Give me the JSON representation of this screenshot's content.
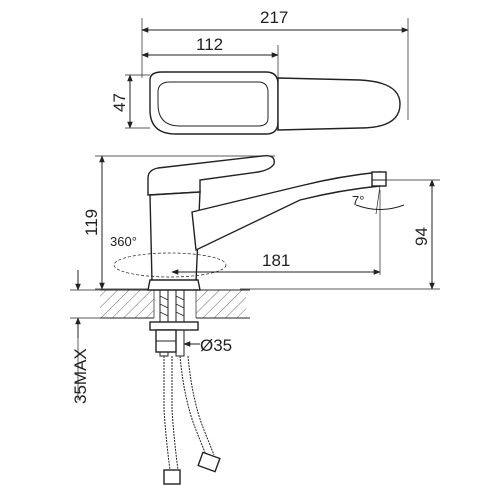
{
  "dimensions": {
    "overall_width": "217",
    "handle_length": "112",
    "handle_height": "47",
    "height_total": "119",
    "spout_height": "94",
    "spout_reach": "181",
    "rotation": "360°",
    "spout_angle": "7°",
    "hole_diameter": "Ø35",
    "max_thickness": "35MAX"
  },
  "icons": {
    "arrow": "arrowhead-icon"
  }
}
